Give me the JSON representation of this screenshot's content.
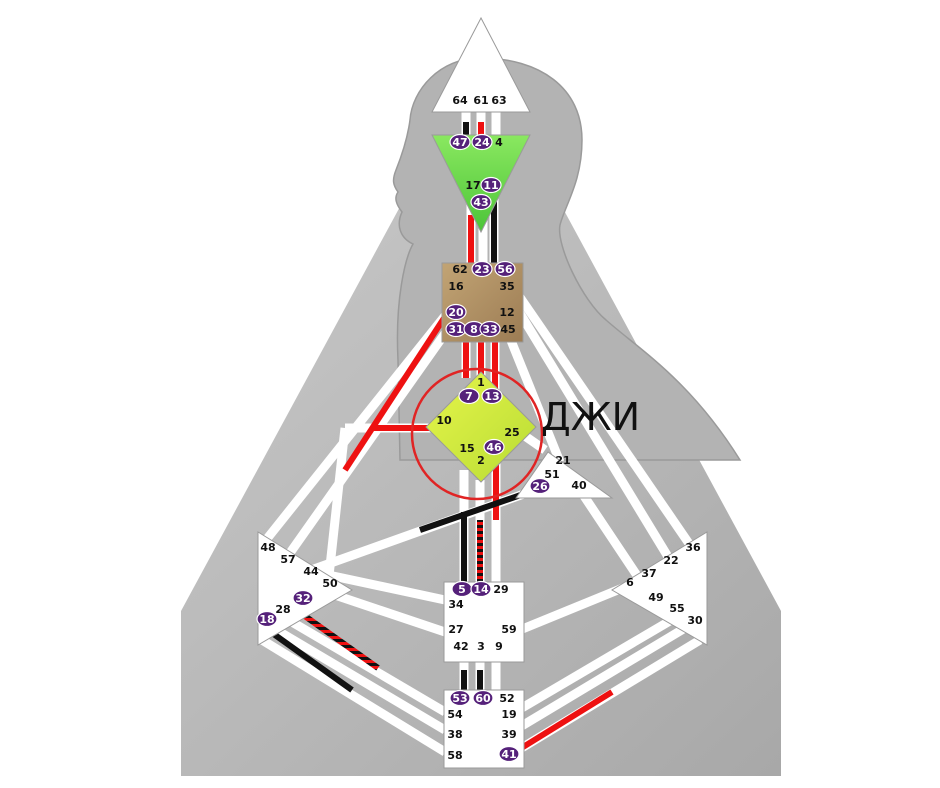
{
  "colors": {
    "background": "#ffffff",
    "silhouette_bg": "#bdbdbd",
    "head_silhouette": "#b0b0b0",
    "channel_white": "#ffffff",
    "activation_black": "#111111",
    "activation_red": "#ee1111",
    "activated_gate_fill": "#55217a",
    "head_center": "#ffffff",
    "ajna_center": "#6fd84a",
    "throat_center": "#b49466",
    "g_center": "#d6ee3a",
    "highlight_circle": "#e02424"
  },
  "annotation": {
    "text": "ДЖИ"
  },
  "centers": {
    "head": {
      "gates": [
        "64",
        "61",
        "63"
      ]
    },
    "ajna": {
      "gates": [
        "47",
        "24",
        "4",
        "17",
        "11",
        "43"
      ]
    },
    "throat": {
      "gates": [
        "62",
        "23",
        "56",
        "16",
        "35",
        "20",
        "12",
        "31",
        "8",
        "33",
        "45"
      ]
    },
    "g": {
      "gates": [
        "1",
        "7",
        "13",
        "10",
        "25",
        "15",
        "46",
        "2"
      ]
    },
    "heart": {
      "gates": [
        "21",
        "51",
        "26",
        "40"
      ]
    },
    "spleen": {
      "gates": [
        "48",
        "57",
        "44",
        "50",
        "32",
        "28",
        "18"
      ]
    },
    "solar_plexus": {
      "gates": [
        "36",
        "22",
        "37",
        "6",
        "49",
        "55",
        "30"
      ]
    },
    "sacral": {
      "gates": [
        "5",
        "14",
        "29",
        "34",
        "27",
        "59",
        "42",
        "3",
        "9"
      ]
    },
    "root": {
      "gates": [
        "53",
        "60",
        "52",
        "54",
        "19",
        "38",
        "39",
        "58",
        "41"
      ]
    }
  },
  "activated_gates": [
    "47",
    "24",
    "11",
    "43",
    "23",
    "56",
    "20",
    "31",
    "8",
    "33",
    "7",
    "13",
    "46",
    "26",
    "32",
    "18",
    "5",
    "14",
    "53",
    "60",
    "41"
  ]
}
